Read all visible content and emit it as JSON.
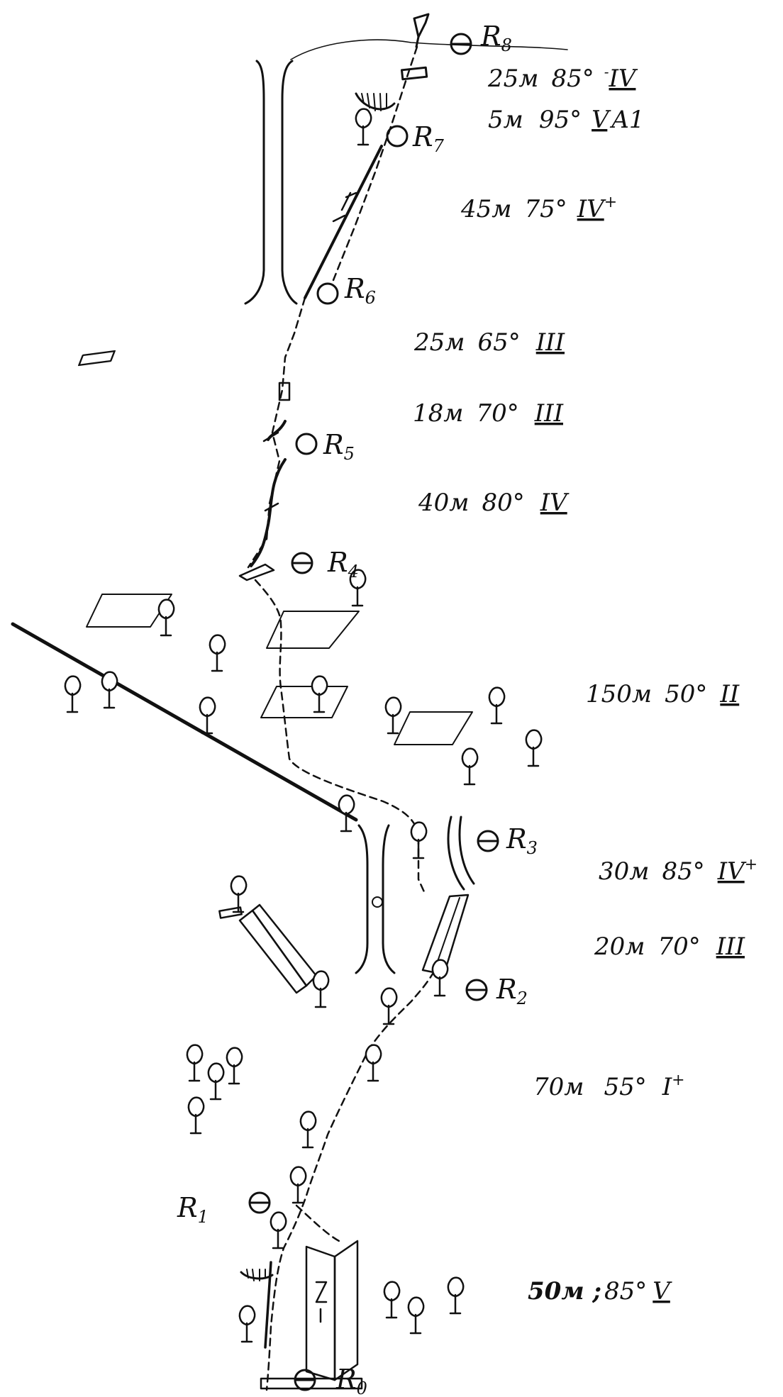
{
  "belays": [
    {
      "id": "R0",
      "letter": "R",
      "sub": "0",
      "type": "bolt"
    },
    {
      "id": "R1",
      "letter": "R",
      "sub": "1",
      "type": "bolt"
    },
    {
      "id": "R2",
      "letter": "R",
      "sub": "2",
      "type": "bolt"
    },
    {
      "id": "R3",
      "letter": "R",
      "sub": "3",
      "type": "bolt"
    },
    {
      "id": "R4",
      "letter": "R",
      "sub": "4",
      "type": "bolt"
    },
    {
      "id": "R5",
      "letter": "R",
      "sub": "5",
      "type": "piton"
    },
    {
      "id": "R6",
      "letter": "R",
      "sub": "6",
      "type": "piton"
    },
    {
      "id": "R7",
      "letter": "R",
      "sub": "7",
      "type": "piton"
    },
    {
      "id": "R8",
      "letter": "R",
      "sub": "8",
      "type": "bolt"
    }
  ],
  "pitches": [
    {
      "id": "p-r8-a",
      "length": "25м",
      "angle": "85°",
      "grade": "IV",
      "grade_suffix": "-"
    },
    {
      "id": "p-r8-b",
      "length": "5м",
      "angle": "95°",
      "grade": "V",
      "grade_suffix": "A1"
    },
    {
      "id": "p-r7",
      "length": "45м",
      "angle": "75°",
      "grade": "IV",
      "grade_suffix": "+"
    },
    {
      "id": "p-r6",
      "length": "25м",
      "angle": "65°",
      "grade": "III",
      "grade_suffix": ""
    },
    {
      "id": "p-r5a",
      "length": "18м",
      "angle": "70°",
      "grade": "III",
      "grade_suffix": ""
    },
    {
      "id": "p-r5b",
      "length": "40м",
      "angle": "80°",
      "grade": "IV",
      "grade_suffix": ""
    },
    {
      "id": "p-r4",
      "length": "150м",
      "angle": "50°",
      "grade": "II",
      "grade_suffix": ""
    },
    {
      "id": "p-r3",
      "length": "30м",
      "angle": "85°",
      "grade": "IV",
      "grade_suffix": "+"
    },
    {
      "id": "p-r2",
      "length": "20м",
      "angle": "70°",
      "grade": "III",
      "grade_suffix": ""
    },
    {
      "id": "p-r1",
      "length": "70м",
      "angle": "55°",
      "grade": "I",
      "grade_suffix": "+"
    },
    {
      "id": "p-r0",
      "length": "50м ;",
      "angle": "85°",
      "grade": "V",
      "grade_suffix": ""
    }
  ]
}
